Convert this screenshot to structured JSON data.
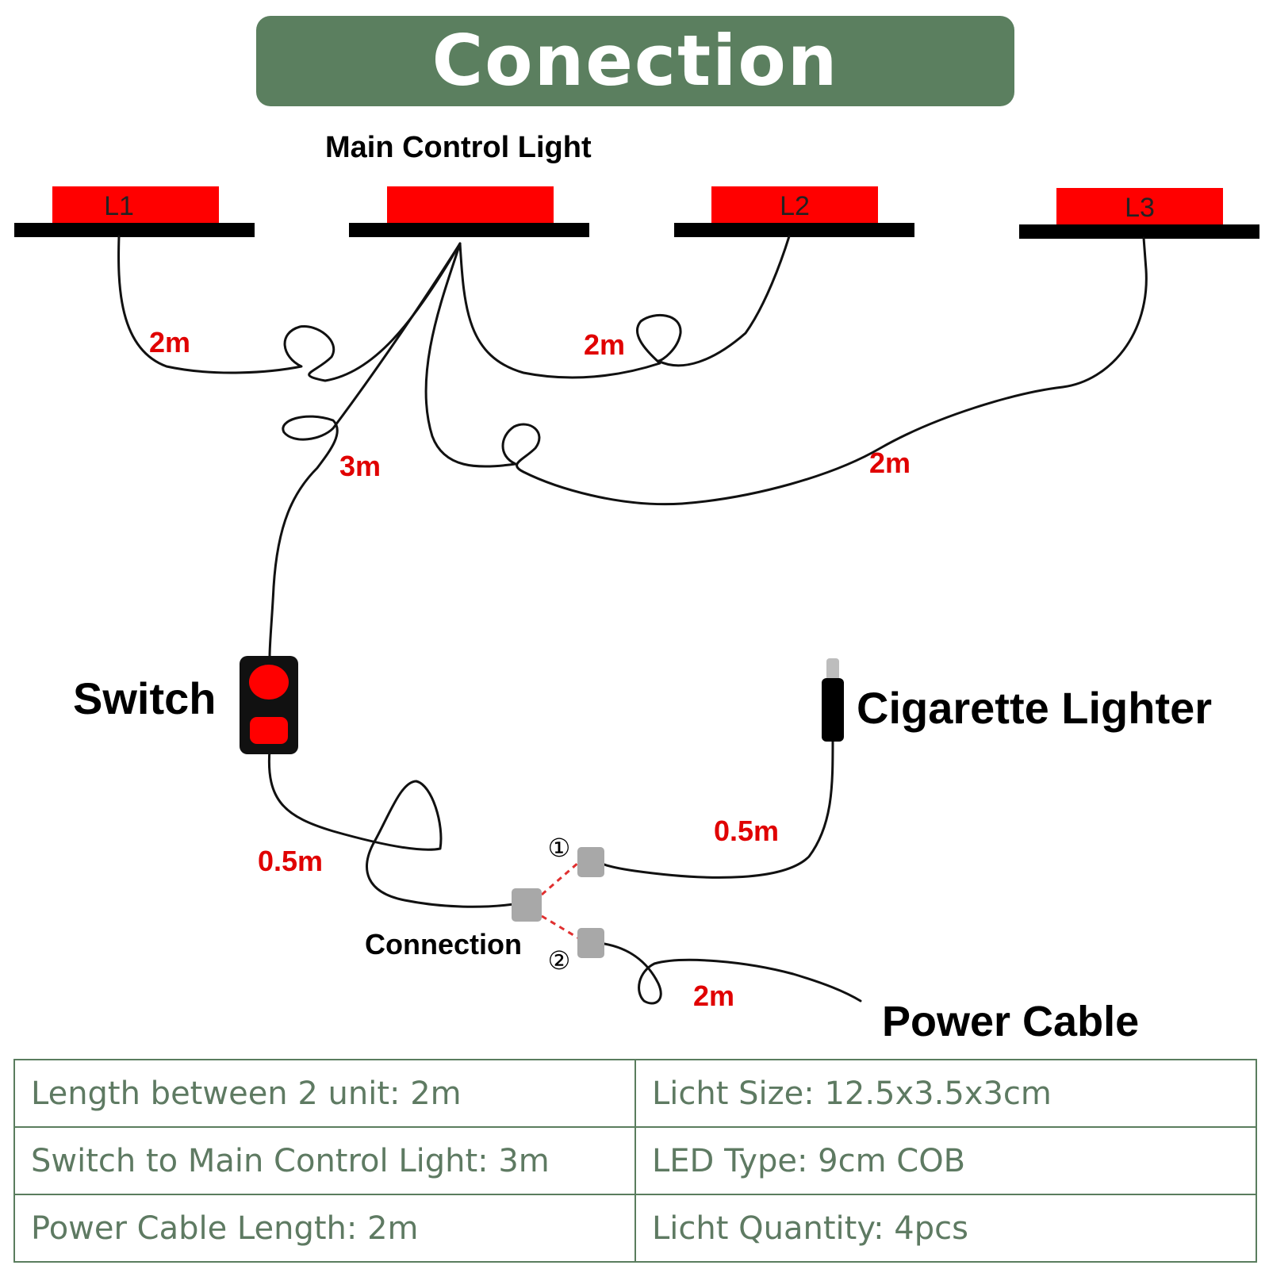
{
  "title": "Conection",
  "colors": {
    "banner": "#5b7f5f",
    "lamp_red": "#ff0000",
    "length_red": "#e00000",
    "connector_gray": "#a8a8a8",
    "table_border": "#5a7d5e",
    "table_text": "#5e7a62"
  },
  "labels": {
    "main_control_light": "Main Control Light",
    "switch": "Switch",
    "cigarette_lighter": "Cigarette Lighter",
    "connection": "Connection",
    "power_cable": "Power Cable",
    "port_1": "①",
    "port_2": "②"
  },
  "lights": [
    {
      "id": "L1",
      "label": "L1"
    },
    {
      "id": "main",
      "label": ""
    },
    {
      "id": "L2",
      "label": "L2"
    },
    {
      "id": "L3",
      "label": "L3"
    }
  ],
  "lengths": {
    "l1_wire": "2m",
    "l2_wire": "2m",
    "l3_wire": "2m",
    "switch_wire": "3m",
    "switch_to_connection": "0.5m",
    "lighter_to_connection": "0.5m",
    "power_cable": "2m"
  },
  "specs": [
    {
      "left": "Length between 2 unit: 2m",
      "right": "Licht Size: 12.5x3.5x3cm"
    },
    {
      "left": "Switch to Main Control Light: 3m",
      "right": "LED Type: 9cm COB"
    },
    {
      "left": "Power Cable Length: 2m",
      "right": "Licht Quantity: 4pcs"
    }
  ]
}
